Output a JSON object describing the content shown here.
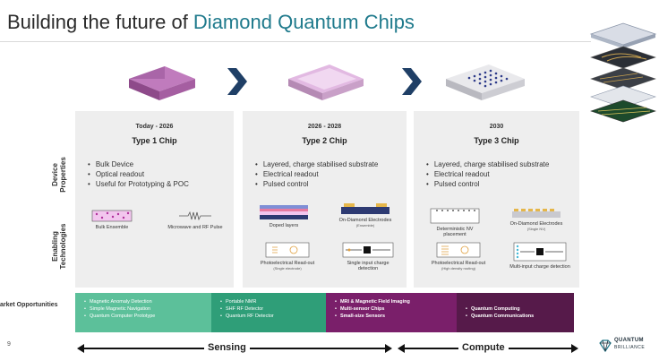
{
  "title": {
    "prefix": "Building the future of ",
    "accent": "Diamond Quantum Chips"
  },
  "row_labels": {
    "device": "Device\nProperties",
    "enabling": "Enabling\nTechnologies"
  },
  "columns": [
    {
      "era": "Today - 2026",
      "name": "Type 1 Chip",
      "bullets": [
        "Bulk Device",
        "Optical readout",
        "Useful for Prototyping & POC"
      ]
    },
    {
      "era": "2026 - 2028",
      "name": "Type 2 Chip",
      "bullets": [
        "Layered, charge stabilised substrate",
        "Electrical readout",
        "Pulsed control"
      ]
    },
    {
      "era": "2030",
      "name": "Type 3 Chip",
      "bullets": [
        "Layered, charge stabilised substrate",
        "Electrical readout",
        "Pulsed control"
      ]
    }
  ],
  "tech": {
    "bulk_ensemble": "Bulk Ensemble",
    "microwave": "Microwave and RF Pulse",
    "doped_layers": "Doped layers",
    "on_diamond_1": "On-Diamond Electrodes",
    "on_diamond_1_sub": "(Ensemble)",
    "photo_1": "Photoelectrical Read-out",
    "photo_1_sub": "(Single electrode)",
    "single_input": "Single input charge detection",
    "deterministic": "Deterministic NV placement",
    "on_diamond_2": "On-Diamond Electrodes",
    "on_diamond_2_sub": "(Single NV)",
    "photo_2": "Photoelectrical Read-out",
    "photo_2_sub": "(High density routing)",
    "multi_input": "Multi-input charge detection"
  },
  "market": {
    "label": "arket Opportunities",
    "bands": [
      {
        "color": "#5cc09a",
        "items": [
          "Magnetic Anomaly Detection",
          "Simple Magnetic Navigation",
          "Quantum Computer Prototype"
        ]
      },
      {
        "color": "#2f9e78",
        "items": [
          "Portable NMR",
          "SHF RF Detector",
          "Quantum RF Detector"
        ]
      },
      {
        "color": "#7a1f6a",
        "items": [
          "MRI & Magnetic Field Imaging",
          "Multi-sensor Chips",
          "Small-size Sensors"
        ]
      },
      {
        "color": "#561a4a",
        "items": [
          "Quantum Computing",
          "Quantum Communications"
        ]
      }
    ]
  },
  "page_number": "9",
  "axis": {
    "left": "Sensing",
    "right": "Compute"
  },
  "logo": {
    "line1": "QUANTUM",
    "line2": "BRILLIANCE"
  },
  "colors": {
    "accent": "#1f7a8c",
    "arrow": "#1f3f66",
    "purple_chip": "#b36ab0"
  }
}
